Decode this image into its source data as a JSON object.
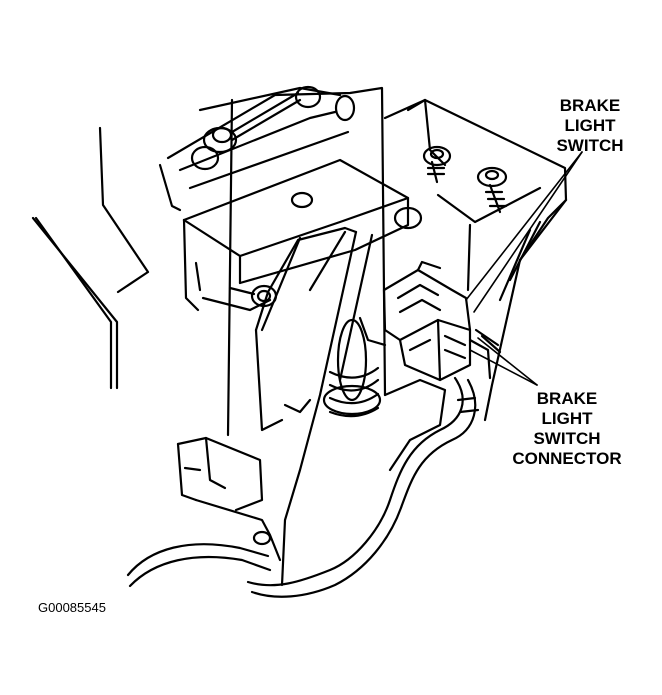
{
  "callouts": {
    "brake_light_switch": {
      "lines": [
        "BRAKE",
        "LIGHT",
        "SWITCH"
      ]
    },
    "brake_light_switch_connector": {
      "lines": [
        "BRAKE",
        "LIGHT",
        "SWITCH",
        "CONNECTOR"
      ]
    }
  },
  "figure_id": "G00085545",
  "colors": {
    "ink": "#000000",
    "paper": "#ffffff"
  }
}
